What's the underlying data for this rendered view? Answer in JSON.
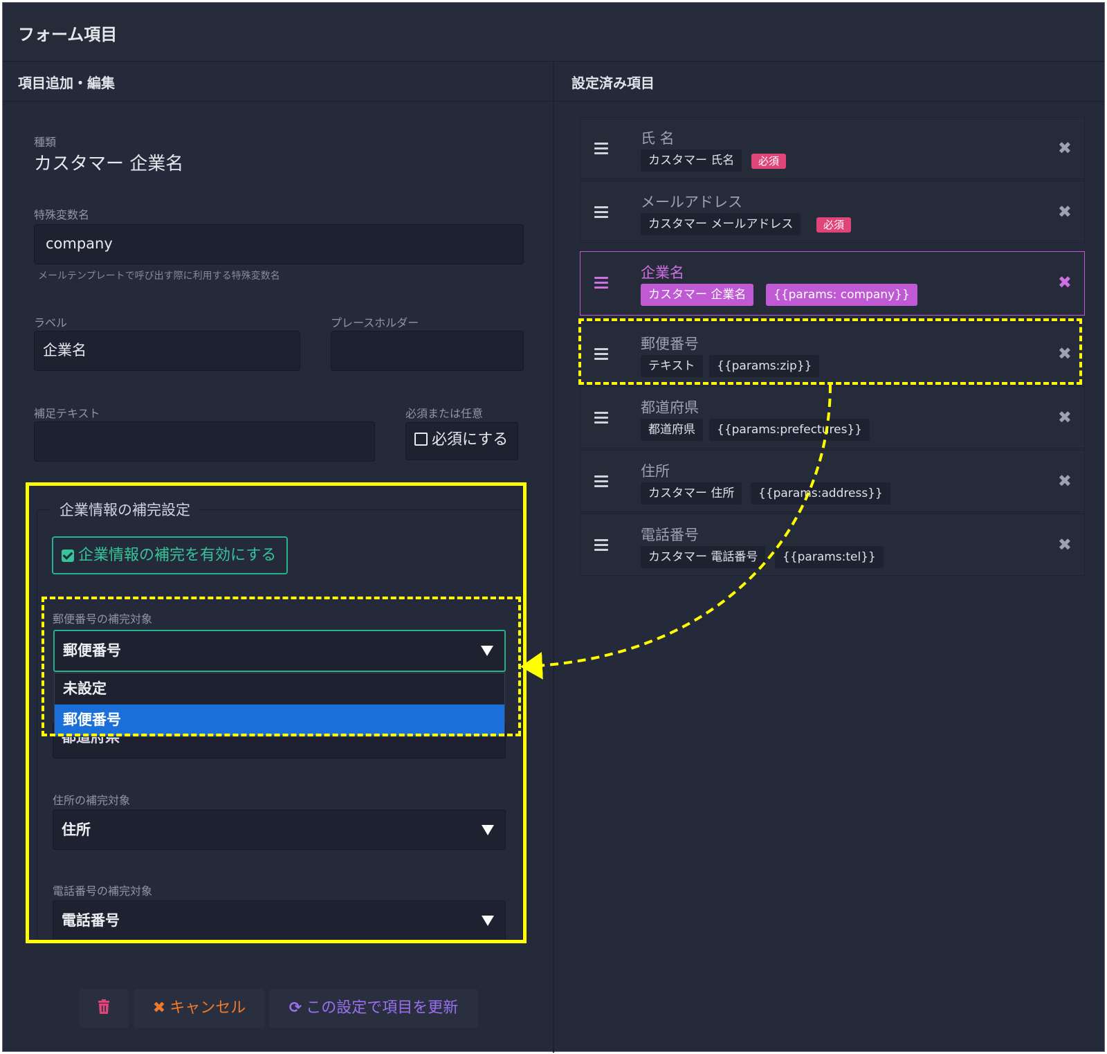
{
  "page_title": "フォーム項目",
  "left_panel": {
    "header": "項目追加・編集",
    "type_label": "種類",
    "type_value": "カスタマー 企業名",
    "var_label": "特殊変数名",
    "var_value": "company",
    "var_hint": "メールテンプレートで呼び出す際に利用する特殊変数名",
    "label_label": "ラベル",
    "label_value": "企業名",
    "placeholder_label": "プレースホルダー",
    "placeholder_value": "",
    "supp_label": "補足テキスト",
    "supp_value": "",
    "required_label": "必須または任意",
    "required_button": "必須にする"
  },
  "completion": {
    "legend": "企業情報の補完設定",
    "enable_checkbox": "企業情報の補完を有効にする",
    "zip_label": "郵便番号の補完対象",
    "zip_value": "郵便番号",
    "zip_options": [
      "未設定",
      "郵便番号"
    ],
    "pref_value_partial": "都道府県",
    "address_label": "住所の補完対象",
    "address_value": "住所",
    "tel_label": "電話番号の補完対象",
    "tel_value": "電話番号"
  },
  "buttons": {
    "cancel": "キャンセル",
    "update": "この設定で項目を更新"
  },
  "right_panel": {
    "header": "設定済み項目",
    "items": [
      {
        "name": "氏 名",
        "tags": [
          "カスタマー 氏名"
        ],
        "required": "必須"
      },
      {
        "name": "メールアドレス",
        "tags": [
          "カスタマー メールアドレス"
        ],
        "required": "必須"
      },
      {
        "name": "企業名",
        "tags": [
          "カスタマー 企業名",
          "{{params: company}}"
        ]
      },
      {
        "name": "郵便番号",
        "tags": [
          "テキスト",
          "{{params:zip}}"
        ]
      },
      {
        "name": "都道府県",
        "tags": [
          "都道府県",
          "{{params:prefectures}}"
        ]
      },
      {
        "name": "住所",
        "tags": [
          "カスタマー 住所",
          "{{params:address}}"
        ]
      },
      {
        "name": "電話番号",
        "tags": [
          "カスタマー 電話番号",
          "{{params:tel}}"
        ]
      }
    ]
  },
  "colors": {
    "background": "#252a3a",
    "input_bg": "#1e2230",
    "accent_purple": "#c05ad4",
    "accent_green": "#35c49a",
    "required_pink": "#e0457a",
    "cancel_orange": "#f07a2a",
    "update_purple": "#9a6ff0",
    "delete_pink": "#e0457a",
    "selected_option": "#1a6fd8",
    "annotation_yellow": "#ffff00"
  }
}
